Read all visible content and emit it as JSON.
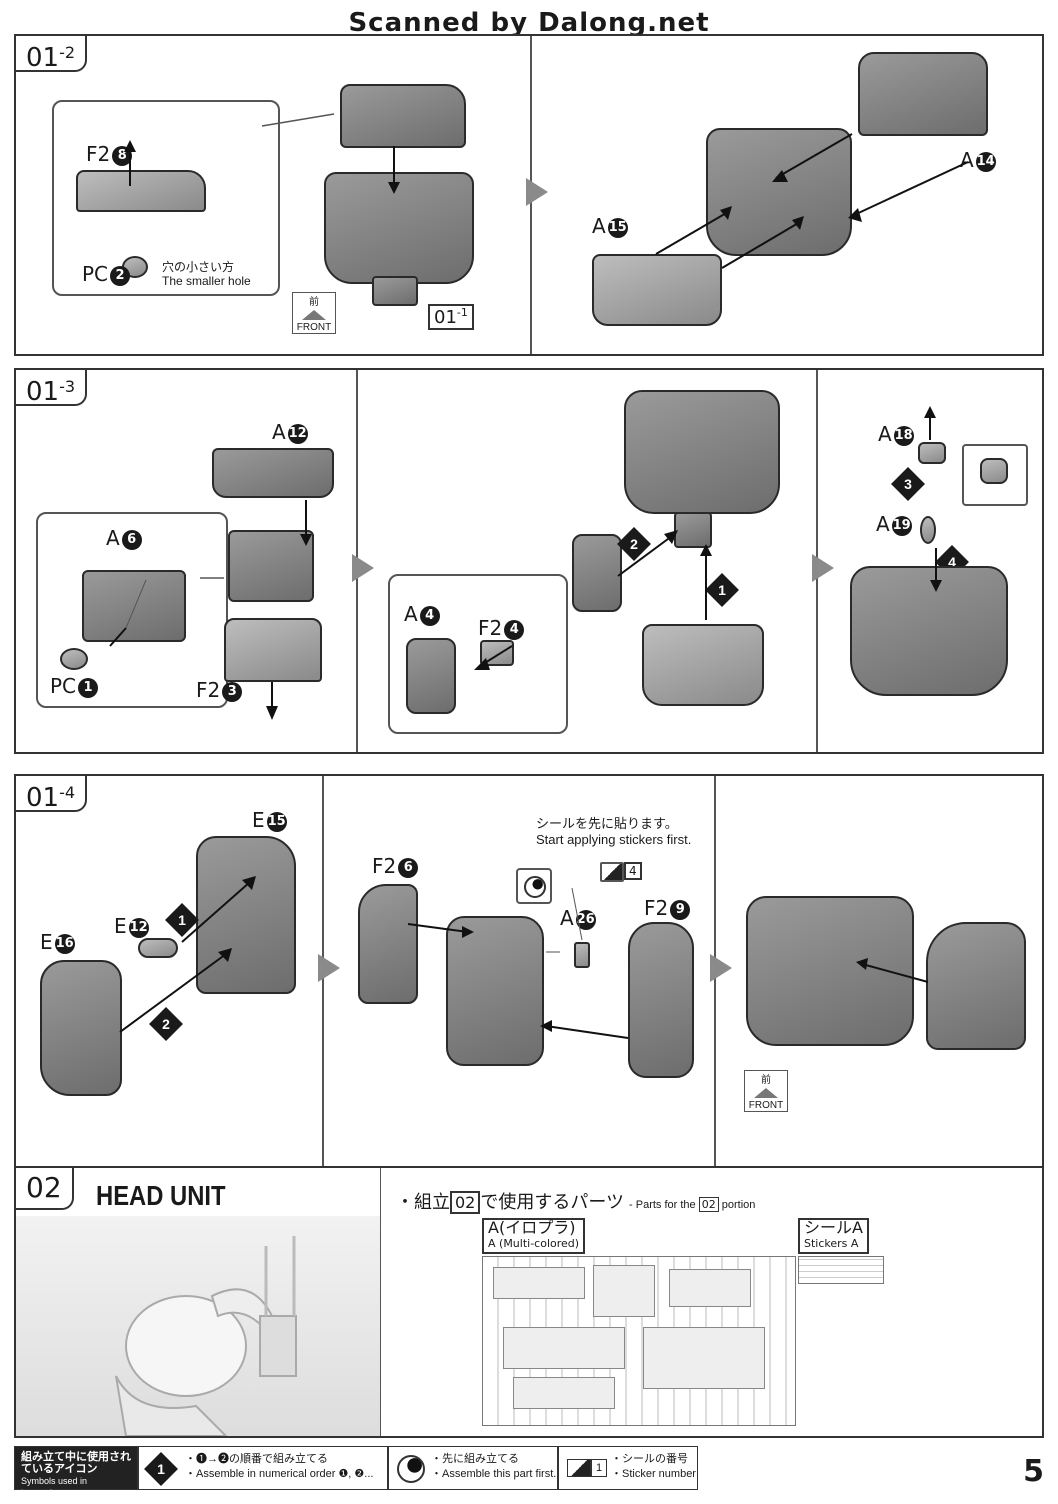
{
  "watermark": "Scanned by Dalong.net",
  "step_01_2": {
    "tag_main": "01",
    "tag_sub": "-2",
    "inset_part": "F2",
    "inset_part_num": "8",
    "pc_part": "PC",
    "pc_num": "2",
    "hole_note_jp": "穴の小さい方",
    "hole_note_en": "The smaller hole",
    "front_jp": "前",
    "front_en": "FRONT",
    "ref_main": "01",
    "ref_sub": "-1",
    "part_a15": "A",
    "part_a15_num": "15",
    "part_a14": "A",
    "part_a14_num": "14"
  },
  "step_01_3": {
    "tag_main": "01",
    "tag_sub": "-3",
    "a12": "A",
    "a12_num": "12",
    "a6": "A",
    "a6_num": "6",
    "pc1": "PC",
    "pc1_num": "1",
    "f23": "F2",
    "f23_num": "3",
    "a4": "A",
    "a4_num": "4",
    "f24": "F2",
    "f24_num": "4",
    "step1": "1",
    "step2": "2",
    "a18": "A",
    "a18_num": "18",
    "a19": "A",
    "a19_num": "19",
    "step3": "3",
    "step4": "4"
  },
  "step_01_4": {
    "tag_main": "01",
    "tag_sub": "-4",
    "e15": "E",
    "e15_num": "15",
    "e12": "E",
    "e12_num": "12",
    "e16": "E",
    "e16_num": "16",
    "step1": "1",
    "step2": "2",
    "f26": "F2",
    "f26_num": "6",
    "sticker_note_jp": "シールを先に貼ります。",
    "sticker_note_en": "Start applying stickers first.",
    "sticker_num": "4",
    "a26": "A",
    "a26_num": "26",
    "f29": "F2",
    "f29_num": "9",
    "front_jp": "前",
    "front_en": "FRONT"
  },
  "section_02": {
    "tag": "02",
    "title": "HEAD UNIT",
    "parts_title_jp_1": "・組立",
    "parts_title_box": "02",
    "parts_title_jp_2": "で使用するパーツ",
    "parts_title_en_1": "- Parts for the",
    "parts_title_en_box": "02",
    "parts_title_en_2": "portion",
    "runner_a_jp": "A(イロプラ)",
    "runner_a_en": "A (Multi-colored)",
    "sticker_jp": "シールA",
    "sticker_en": "Stickers A"
  },
  "legend": {
    "title_jp": "組み立て中に使用されているアイコン",
    "title_en": "Symbols used in instructions",
    "icon1_badge": "1",
    "icon1_jp": "・❶→❷の順番で組み立てる",
    "icon1_en": "・Assemble in numerical order ❶, ❷...",
    "icon2_jp": "・先に組み立てる",
    "icon2_en": "・Assemble this part first.",
    "icon3_num": "1",
    "icon3_jp": "・シールの番号",
    "icon3_en": "・Sticker number"
  },
  "page_number": "5"
}
